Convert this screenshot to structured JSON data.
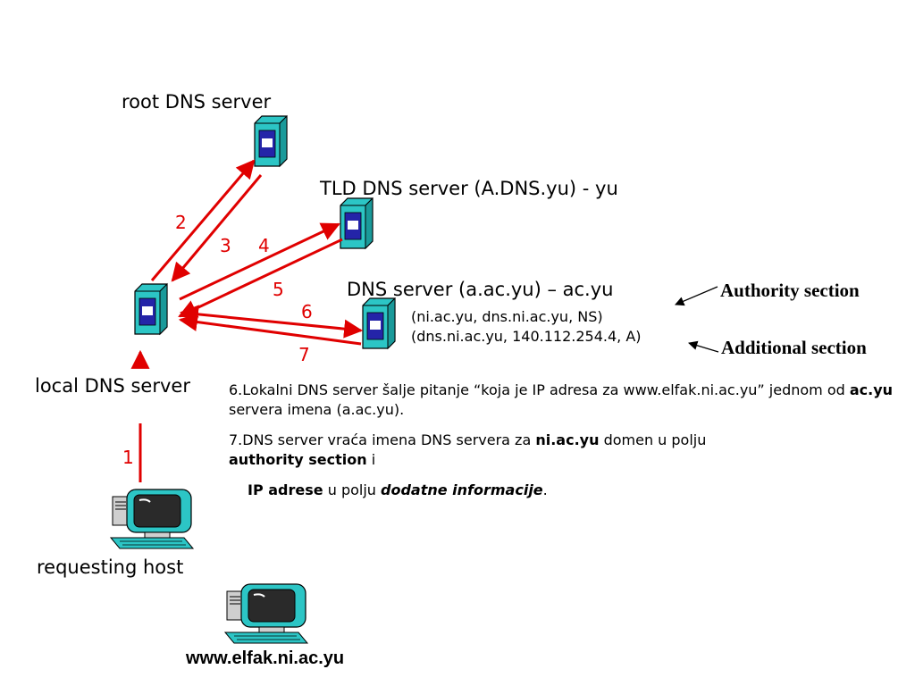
{
  "nodes": {
    "root_label": "root DNS server",
    "tld_label": "TLD DNS server (A.DNS.yu) - yu",
    "auth_label": "DNS server (a.ac.yu) – ac.yu",
    "local_label": "local DNS server",
    "host_label": "requesting host",
    "target_label": "www.elfak.ni.ac.yu"
  },
  "steps": [
    "1",
    "2",
    "3",
    "4",
    "5",
    "6",
    "7"
  ],
  "records": {
    "authority": "(ni.ac.yu, dns.ni.ac.yu, NS)",
    "additional": "(dns.ni.ac.yu, 140.112.254.4, A)"
  },
  "callouts": {
    "authority": "Authority section",
    "additional": "Additional section"
  },
  "description": {
    "p1_a": "6.Lokalni DNS server šalje pitanje “koja je IP adresa za www.elfak.ni.ac.yu” jednom od ",
    "p1_b": "ac.yu",
    "p1_c": " servera imena (a.ac.yu).",
    "p2_a": "7.DNS server vraća imena DNS servera za ",
    "p2_b": "ni.ac.yu",
    "p2_c": "  domen u polju ",
    "p2_d": "authority section",
    "p2_e": " i",
    "p3_a": "IP adrese",
    "p3_b": "  u polju ",
    "p3_c": "dodatne informacije",
    "p3_d": "."
  },
  "colors": {
    "arrow": "#e00000",
    "server_body": "#2cc5c5",
    "server_panel": "#2424a8"
  },
  "icons": [
    "server-icon",
    "computer-icon"
  ]
}
